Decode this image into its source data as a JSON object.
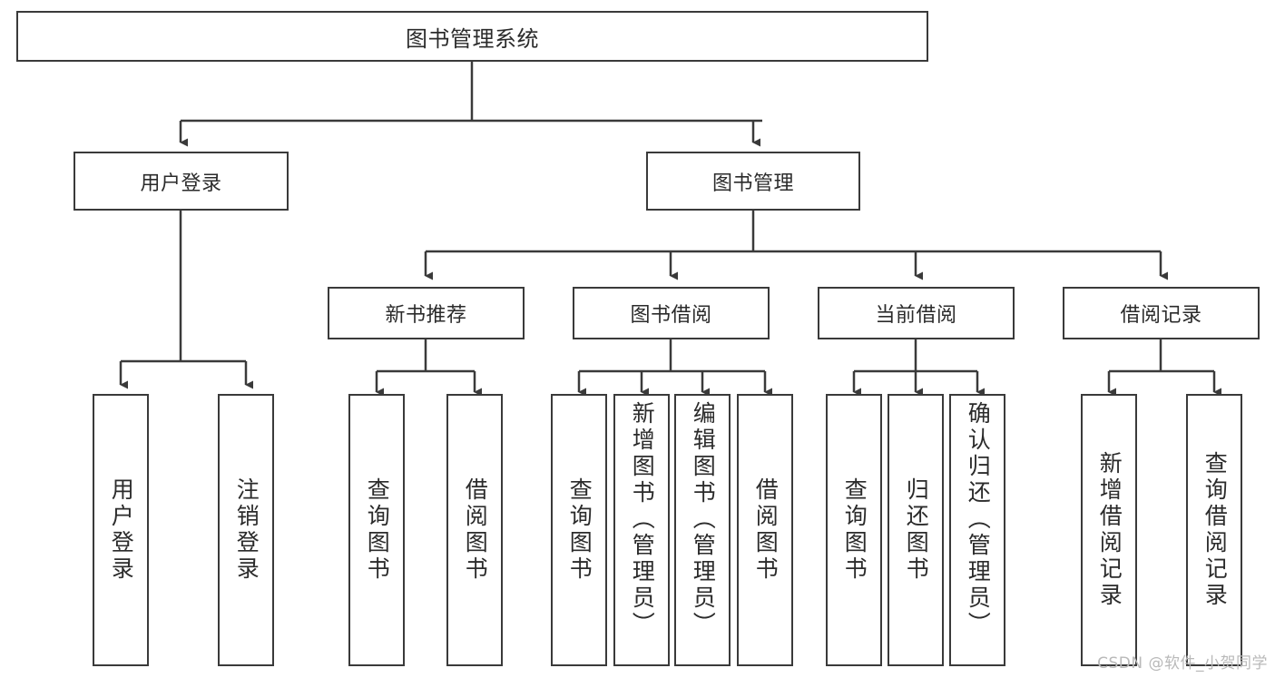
{
  "diagram": {
    "type": "tree-hierarchy",
    "title": "图书管理系统",
    "colors": {
      "stroke": "#3a3a3a",
      "fill": "#ffffff",
      "text": "#2b2b2b",
      "watermark": "#b9b9b9"
    },
    "root": {
      "label": "图书管理系统"
    },
    "level2": [
      {
        "label": "用户登录"
      },
      {
        "label": "图书管理"
      }
    ],
    "level3": [
      {
        "label": "新书推荐"
      },
      {
        "label": "图书借阅"
      },
      {
        "label": "当前借阅"
      },
      {
        "label": "借阅记录"
      }
    ],
    "leaves": {
      "user_login": [
        {
          "label": "用户登录"
        },
        {
          "label": "注销登录"
        }
      ],
      "new_book_recommend": [
        {
          "label": "查询图书"
        },
        {
          "label": "借阅图书"
        }
      ],
      "book_borrow": [
        {
          "label": "查询图书"
        },
        {
          "label": "新增图书（管理员）"
        },
        {
          "label": "编辑图书（管理员）"
        },
        {
          "label": "借阅图书"
        }
      ],
      "current_borrow": [
        {
          "label": "查询图书"
        },
        {
          "label": "归还图书"
        },
        {
          "label": "确认归还（管理员）"
        }
      ],
      "borrow_record": [
        {
          "label": "新增借阅记录"
        },
        {
          "label": "查询借阅记录"
        }
      ]
    },
    "watermark": "CSDN @软件_小贺同学"
  }
}
